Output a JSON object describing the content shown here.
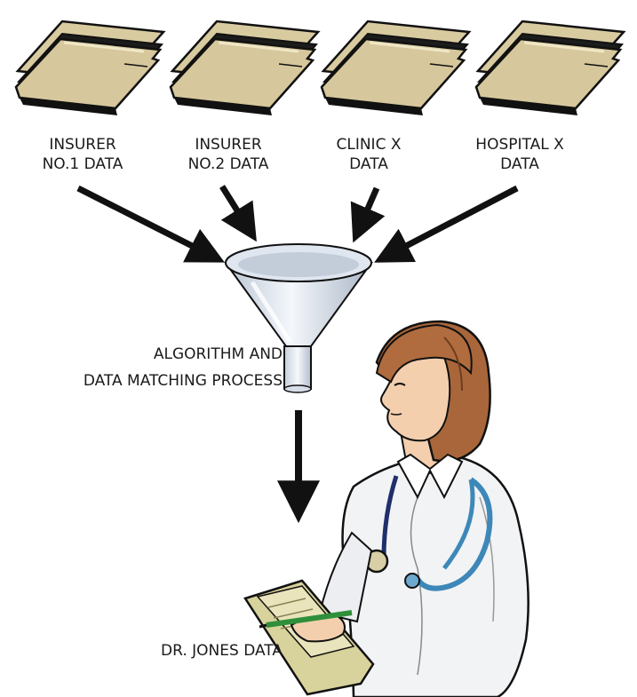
{
  "sources": [
    {
      "line1": "INSURER",
      "line2": "NO.1 DATA",
      "icon": "folder-icon"
    },
    {
      "line1": "INSURER",
      "line2": "NO.2 DATA",
      "icon": "folder-icon"
    },
    {
      "line1": "CLINIC X",
      "line2": "DATA",
      "icon": "folder-icon"
    },
    {
      "line1": "HOSPITAL X",
      "line2": "DATA",
      "icon": "folder-icon"
    }
  ],
  "process": {
    "line1": "ALGORITHM AND",
    "line2": "DATA MATCHING PROCESS",
    "icon": "funnel-icon"
  },
  "result": {
    "label": "DR. JONES DATA",
    "icon": "doctor-illustration"
  },
  "colors": {
    "folder": "#d6c89c",
    "folder_dark": "#1c1c1c",
    "funnel": "#e6ecf4",
    "arrow": "#111111",
    "coat": "#f4f4f6",
    "hair": "#a8663a",
    "skin": "#f3cfae",
    "stethoscope": "#3d88b8",
    "clipboard": "#d8d29c"
  }
}
